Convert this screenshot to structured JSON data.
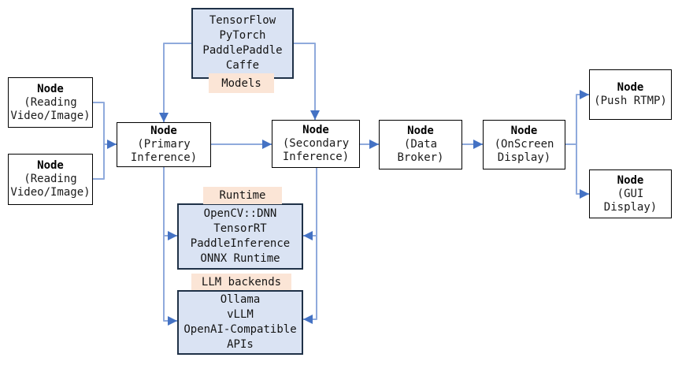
{
  "nodes": {
    "reading1": {
      "title": "Node",
      "lines": [
        "(Reading",
        "Video/Image)"
      ]
    },
    "reading2": {
      "title": "Node",
      "lines": [
        "(Reading",
        "Video/Image)"
      ]
    },
    "primary": {
      "title": "Node",
      "lines": [
        "(Primary",
        "Inference)"
      ]
    },
    "secondary": {
      "title": "Node",
      "lines": [
        "(Secondary",
        "Inference)"
      ]
    },
    "broker": {
      "title": "Node",
      "lines": [
        "(Data",
        "Broker)"
      ]
    },
    "osd": {
      "title": "Node",
      "lines": [
        "(OnScreen",
        "Display)"
      ]
    },
    "rtmp": {
      "title": "Node",
      "lines": [
        "(Push RTMP)"
      ]
    },
    "gui": {
      "title": "Node",
      "lines": [
        "(GUI",
        "Display)"
      ]
    }
  },
  "groups": {
    "models": {
      "label": "Models",
      "lines": [
        "TensorFlow",
        "PyTorch",
        "PaddlePaddle",
        "Caffe"
      ]
    },
    "runtime": {
      "label": "Runtime",
      "lines": [
        "OpenCV::DNN",
        "TensorRT",
        "PaddleInference",
        "ONNX Runtime"
      ]
    },
    "llm": {
      "label": "LLM backends",
      "lines": [
        "Ollama",
        "vLLM",
        "OpenAI-Compatible",
        "APIs"
      ]
    }
  },
  "colors": {
    "connector_line": "#8FAADC",
    "connector_arrow": "#4472C4",
    "group_fill": "#DAE3F3",
    "group_border": "#1F3147",
    "label_fill": "#FBE5D6",
    "node_fill": "#FFFFFF",
    "node_border": "#000000",
    "text": "#1A1A1A"
  }
}
